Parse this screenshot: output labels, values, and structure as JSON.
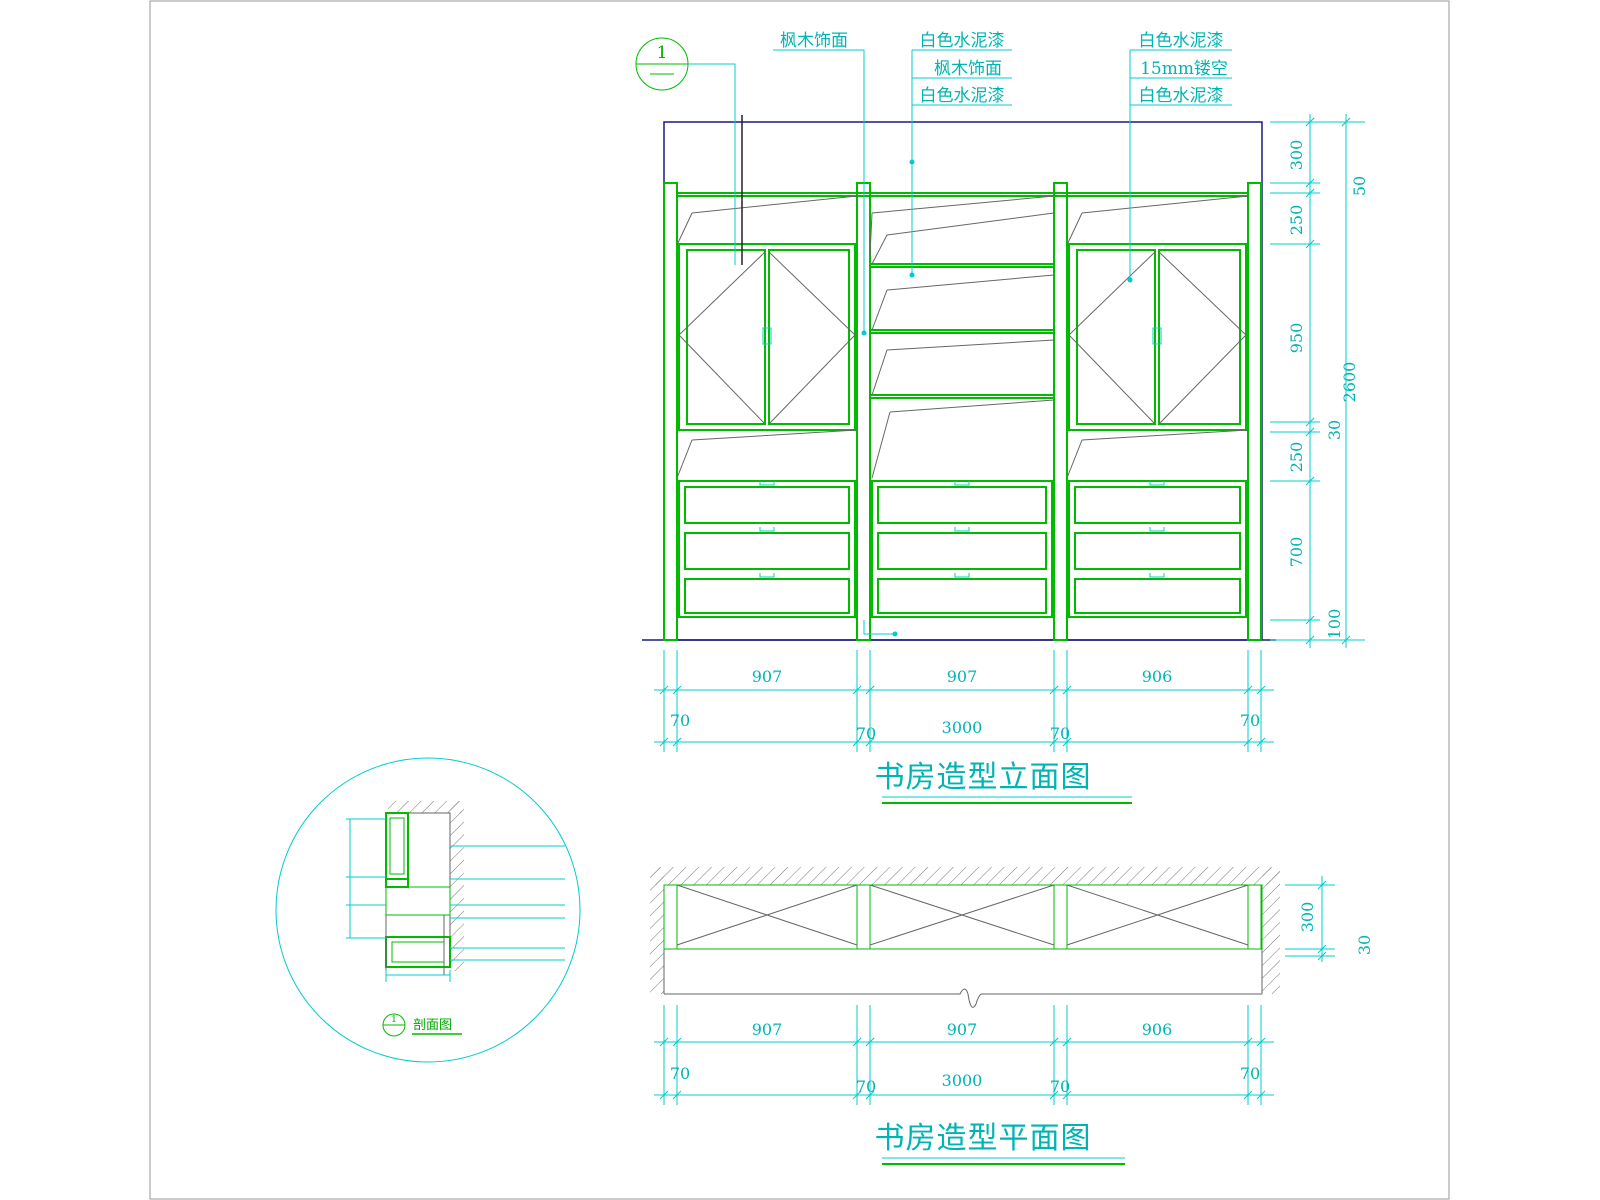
{
  "titles": {
    "elevation": "书房造型立面图",
    "plan": "书房造型平面图",
    "detail": "剖面图"
  },
  "section_marker": {
    "number": "1",
    "detail_number": "1"
  },
  "labels": {
    "maple_veneer_left": "枫木饰面",
    "white_cement_1": "白色水泥漆",
    "maple_veneer_center": "枫木饰面",
    "white_cement_2": "白色水泥漆",
    "white_cement_3": "白色水泥漆",
    "hollow_15mm": "15mm镂空",
    "white_cement_4": "白色水泥漆"
  },
  "elevation_dims": {
    "widths": [
      "907",
      "907",
      "906"
    ],
    "posts": [
      "70",
      "70",
      "70",
      "70"
    ],
    "total": "3000",
    "heights": [
      "300",
      "250",
      "950",
      "30",
      "250",
      "700",
      "100"
    ],
    "overall_height": "2600",
    "cap": "50"
  },
  "plan_dims": {
    "widths": [
      "907",
      "907",
      "906"
    ],
    "posts": [
      "70",
      "70",
      "70",
      "70"
    ],
    "total": "3000",
    "depth": "300",
    "cap": "30"
  },
  "detail_notes": [
    "",
    "",
    "",
    "",
    "",
    ""
  ]
}
